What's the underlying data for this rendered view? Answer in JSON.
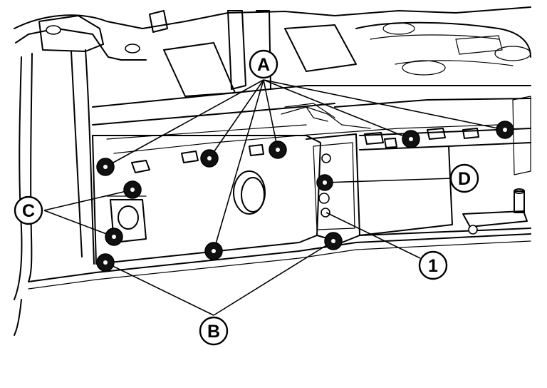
{
  "callouts": {
    "A": "A",
    "B": "B",
    "C": "C",
    "D": "D",
    "one": "1"
  },
  "colors": {
    "line": "#000000",
    "background": "#ffffff",
    "bolt_fill": "#111111"
  }
}
